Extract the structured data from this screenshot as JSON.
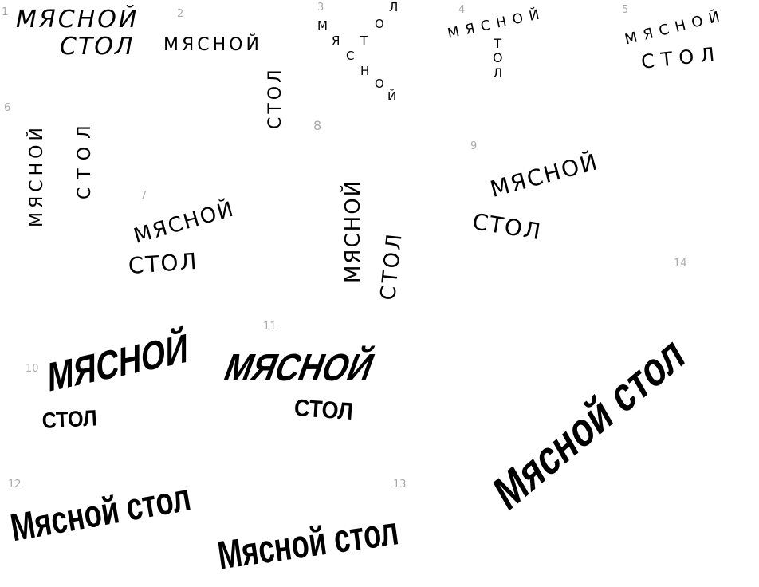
{
  "word_main": "МЯСНОЙ",
  "word_second": "СТОЛ",
  "phrase": "Мясной стол",
  "letters_main": [
    "М",
    "Я",
    "С",
    "Н",
    "О",
    "Й"
  ],
  "letters_second": [
    "С",
    "Т",
    "О",
    "Л"
  ],
  "letters_second_v3": [
    "Т",
    "О",
    "Л"
  ],
  "numbers": [
    "1",
    "2",
    "3",
    "4",
    "5",
    "6",
    "7",
    "8",
    "9",
    "10",
    "11",
    "12",
    "13",
    "14"
  ]
}
